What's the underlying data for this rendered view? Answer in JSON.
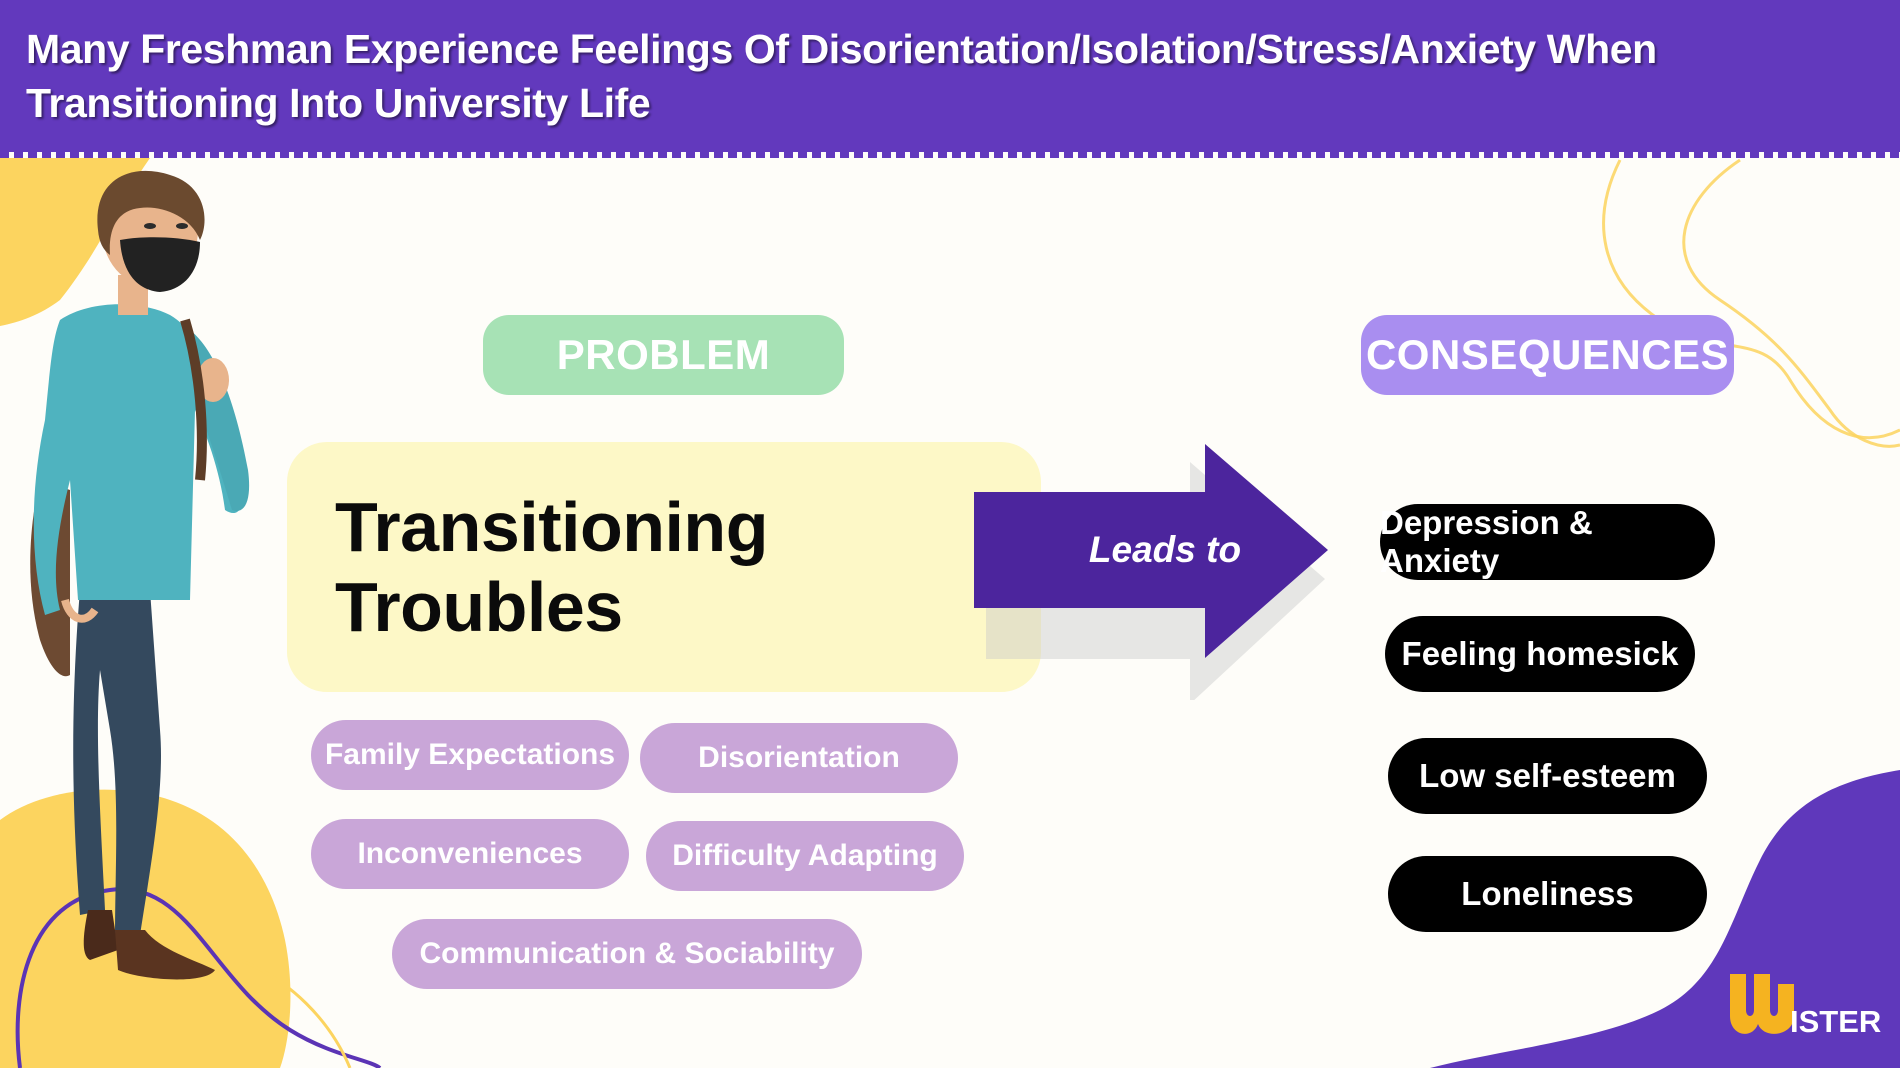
{
  "header": {
    "title": "Many Freshman Experience Feelings Of Disorientation/Isolation/Stress/Anxiety When Transitioning Into University Life"
  },
  "problem": {
    "label": "PROBLEM",
    "title": "Transitioning Troubles",
    "causes": [
      "Family Expectations",
      "Disorientation",
      "Inconveniences",
      "Difficulty Adapting",
      "Communication & Sociability"
    ]
  },
  "arrow": {
    "label": "Leads to"
  },
  "consequences": {
    "label": "CONSEQUENCES",
    "items": [
      "Depression & Anxiety",
      "Feeling homesick",
      "Low self-esteem",
      "Loneliness"
    ]
  },
  "logo": {
    "text": "ISTER"
  },
  "colors": {
    "banner": "#6239bd",
    "problem_pill": "#a7e2b5",
    "consequences_pill": "#a98ef0",
    "title_box": "#fdf8c7",
    "cause_pill": "#c9a6d8",
    "consequence_pill": "#000000",
    "accent_yellow": "#fcd45f",
    "arrow": "#4c259d"
  },
  "icons": [
    "student-illustration",
    "logo-mark"
  ]
}
